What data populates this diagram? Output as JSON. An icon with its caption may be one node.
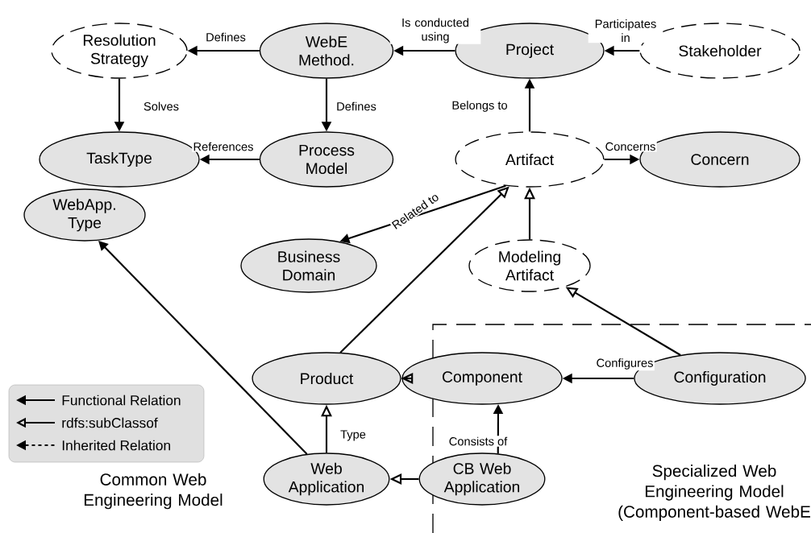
{
  "diagram": {
    "nodes": [
      {
        "text": [
          "Resolution Strategy"
        ]
      },
      {
        "text": [
          "WebE Method."
        ]
      },
      {
        "text": [
          "Project"
        ]
      },
      {
        "text": [
          "Stakeholder"
        ]
      },
      {
        "text": [
          "TaskType"
        ]
      },
      {
        "text": [
          "Process Model"
        ]
      },
      {
        "text": [
          "Artifact"
        ]
      },
      {
        "text": [
          "Concern"
        ]
      },
      {
        "text": [
          "WebApp. Type"
        ]
      },
      {
        "text": [
          "Business Domain"
        ]
      },
      {
        "text": [
          "Modeling Artifact"
        ]
      },
      {
        "text": [
          "Product"
        ]
      },
      {
        "text": [
          "Component"
        ]
      },
      {
        "text": [
          "Configuration"
        ]
      },
      {
        "text": [
          "Web Application"
        ]
      },
      {
        "text": [
          "CB Web Application"
        ]
      }
    ],
    "edges": [
      {
        "from": 1,
        "to": 0,
        "arrow": "to",
        "label": "Defines"
      },
      {
        "from": 2,
        "to": 1,
        "arrow": "to",
        "label": "Is conducted using"
      },
      {
        "from": 3,
        "to": 2,
        "arrow": "to",
        "label": "Participates in"
      },
      {
        "from": 0,
        "to": 4,
        "arrow": "to",
        "label": "Solves"
      },
      {
        "from": 1,
        "to": 5,
        "arrow": "to",
        "label": "Defines"
      },
      {
        "from": 5,
        "to": 4,
        "arrow": "to",
        "label": "References"
      },
      {
        "from": 6,
        "to": 2,
        "arrow": "to",
        "label": "Belongs to"
      },
      {
        "from": 6,
        "to": 7,
        "arrow": "to",
        "label": "Concerns"
      },
      {
        "from": 6,
        "to": 9,
        "arrow": "to",
        "label": "Related to"
      },
      {
        "from": 11,
        "to": 6,
        "arrow": "to"
      },
      {
        "from": 10,
        "to": 6,
        "arrow": "to"
      },
      {
        "from": 13,
        "to": 10,
        "arrow": "to"
      },
      {
        "from": 13,
        "to": 12,
        "arrow": "to",
        "label": "Configures"
      },
      {
        "from": 12,
        "to": 11,
        "arrow": "to"
      },
      {
        "from": 14,
        "to": 8,
        "arrow": "to"
      },
      {
        "from": 14,
        "to": 11,
        "arrow": "to",
        "label": "Type"
      },
      {
        "from": 15,
        "to": 14,
        "arrow": "to"
      },
      {
        "from": 15,
        "to": 12,
        "arrow": "to",
        "label": "Consists of"
      }
    ],
    "labels": [
      "Common Web Engineering Model",
      "Specialized Web Engineering Model (Component-based WebE"
    ],
    "legend": [
      {
        "text": "Functional Relation"
      },
      {
        "text": "rdfs:subClassof"
      },
      {
        "text": "Inherited Relation"
      }
    ]
  }
}
